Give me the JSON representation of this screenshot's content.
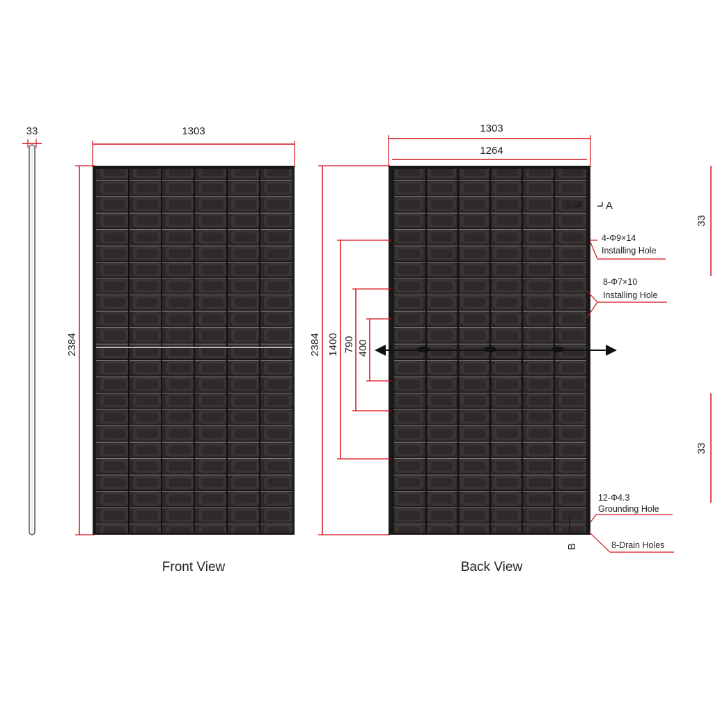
{
  "side_view": {
    "thickness": "33"
  },
  "front_view": {
    "caption": "Front View",
    "width": "1303",
    "height": "2384"
  },
  "back_view": {
    "caption": "Back View",
    "outer_width": "1303",
    "inner_width": "1264",
    "height": "2384",
    "spacing_1400": "1400",
    "spacing_790": "790",
    "spacing_400": "400",
    "section_a_left": "A",
    "section_a_right": "A",
    "section_b": "B",
    "installing_hole_1": {
      "spec": "4-Φ9×14",
      "label": "Installing Hole"
    },
    "installing_hole_2": {
      "spec": "8-Φ7×10",
      "label": "Installing Hole"
    },
    "grounding_hole": {
      "spec": "12-Φ4.3",
      "label": "Grounding Hole"
    },
    "drain_holes": {
      "label": "8-Drain Holes"
    }
  },
  "right_detail": {
    "top": "33",
    "bottom": "33"
  },
  "colors": {
    "dimension_line": "#d4101a",
    "cell_dark": "#2a2626",
    "cell_light": "#4a4545",
    "frame": "#1a1818",
    "busbar": "#d8d4d4"
  }
}
